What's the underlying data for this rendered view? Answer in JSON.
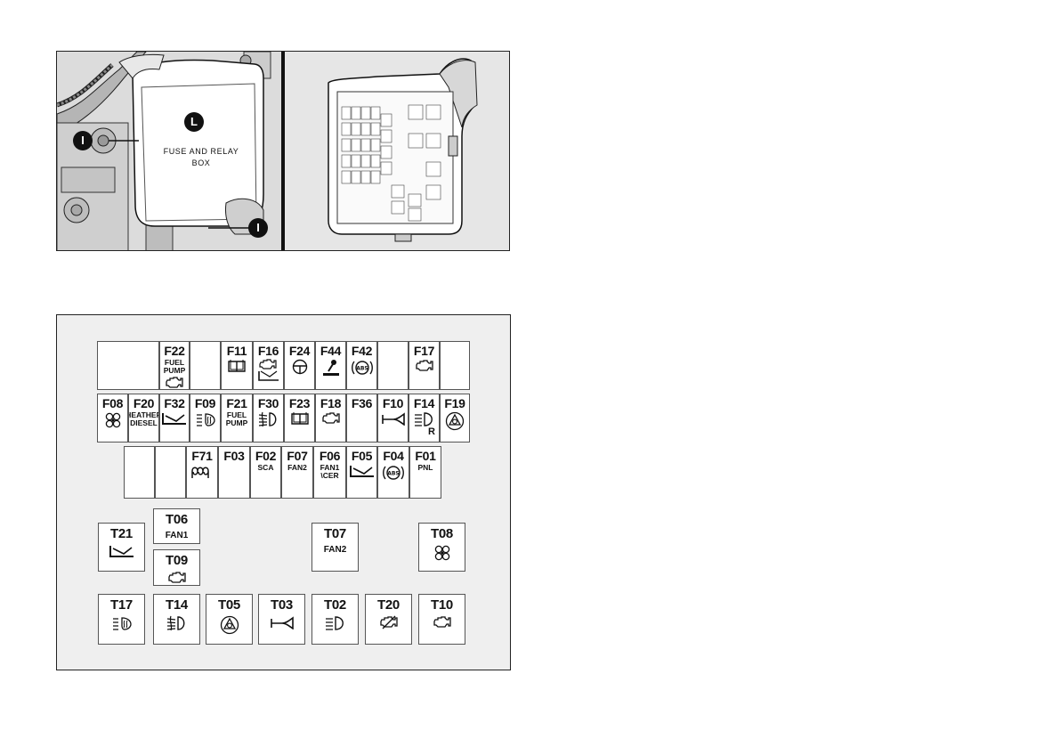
{
  "photo": {
    "cover_text_line1": "FUSE AND RELAY",
    "cover_text_line2": "BOX",
    "marker_L": "L",
    "marker_I": "I"
  },
  "fuse_rows": {
    "row1": [
      {
        "code": "",
        "sub": "",
        "icon": ""
      },
      {
        "code": "F22",
        "sub": "FUEL\nPUMP",
        "icon": "engine-icon"
      },
      {
        "code": "",
        "sub": "",
        "icon": ""
      },
      {
        "code": "F11",
        "sub": "",
        "icon": "book-icon"
      },
      {
        "code": "F16",
        "sub": "",
        "icon": "engine-wiper-icon"
      },
      {
        "code": "F24",
        "sub": "",
        "icon": "steering-wheel-icon"
      },
      {
        "code": "F44",
        "sub": "",
        "icon": "gear-lever-icon"
      },
      {
        "code": "F42",
        "sub": "",
        "icon": "abs-icon"
      },
      {
        "code": "",
        "sub": "",
        "icon": ""
      },
      {
        "code": "F17",
        "sub": "",
        "icon": "engine-icon"
      },
      {
        "code": "",
        "sub": "",
        "icon": ""
      }
    ],
    "row2": [
      {
        "code": "F08",
        "sub": "",
        "icon": "fan-icon"
      },
      {
        "code": "F20",
        "sub": "HEATHER\nDIESEL",
        "icon": ""
      },
      {
        "code": "F32",
        "sub": "",
        "icon": "wiper-icon"
      },
      {
        "code": "F09",
        "sub": "",
        "icon": "fog-lamp-rear-icon"
      },
      {
        "code": "F21",
        "sub": "FUEL\nPUMP",
        "icon": ""
      },
      {
        "code": "F30",
        "sub": "",
        "icon": "front-fog-icon"
      },
      {
        "code": "F23",
        "sub": "",
        "icon": "book-icon"
      },
      {
        "code": "F18",
        "sub": "",
        "icon": "engine-icon"
      },
      {
        "code": "F36",
        "sub": "",
        "icon": ""
      },
      {
        "code": "F10",
        "sub": "",
        "icon": "horn-icon"
      },
      {
        "code": "F14",
        "sub": "",
        "icon": "headlamp-icon",
        "extra": "R"
      },
      {
        "code": "F19",
        "sub": "",
        "icon": "hazard-gear-icon"
      }
    ],
    "row3": [
      {
        "code": "",
        "sub": "",
        "icon": ""
      },
      {
        "code": "",
        "sub": "",
        "icon": ""
      },
      {
        "code": "F71",
        "sub": "",
        "icon": "glow-plug-icon"
      },
      {
        "code": "F03",
        "sub": "",
        "icon": ""
      },
      {
        "code": "F02",
        "sub": "SCA",
        "icon": ""
      },
      {
        "code": "F07",
        "sub": "FAN2",
        "icon": ""
      },
      {
        "code": "F06",
        "sub": "FAN1\n\\CER",
        "icon": ""
      },
      {
        "code": "F05",
        "sub": "",
        "icon": "wiper-icon"
      },
      {
        "code": "F04",
        "sub": "",
        "icon": "abs-icon"
      },
      {
        "code": "F01",
        "sub": "PNL",
        "icon": ""
      }
    ]
  },
  "relays": [
    {
      "code": "T21",
      "sub": "",
      "icon": "wiper-icon"
    },
    {
      "code": "T06",
      "sub": "FAN1",
      "icon": ""
    },
    {
      "code": "T09",
      "sub": "",
      "icon": "engine-icon"
    },
    {
      "code": "T07",
      "sub": "FAN2",
      "icon": ""
    },
    {
      "code": "T08",
      "sub": "",
      "icon": "fan-icon"
    },
    {
      "code": "T17",
      "sub": "",
      "icon": "fog-lamp-rear-icon"
    },
    {
      "code": "T14",
      "sub": "",
      "icon": "front-fog-icon"
    },
    {
      "code": "T05",
      "sub": "",
      "icon": "hazard-gear-icon"
    },
    {
      "code": "T03",
      "sub": "",
      "icon": "horn-icon"
    },
    {
      "code": "T02",
      "sub": "",
      "icon": "headlamp-icon"
    },
    {
      "code": "T20",
      "sub": "",
      "icon": "engine-off-icon"
    },
    {
      "code": "T10",
      "sub": "",
      "icon": "engine-icon"
    }
  ]
}
